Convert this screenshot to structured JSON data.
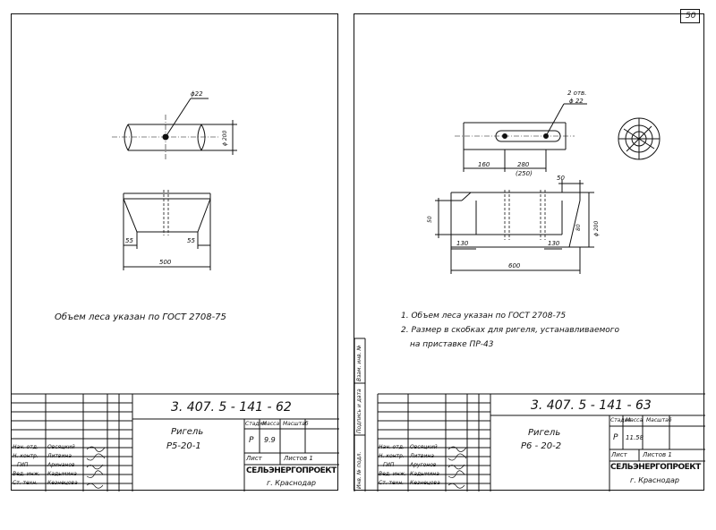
{
  "page_number": "50",
  "left_sheet": {
    "dim_hole": "ϕ22",
    "dim_diameter": "ϕ 200",
    "dim_chamfer_left": "55",
    "dim_chamfer_right": "55",
    "dim_length": "500",
    "note": "Объем леса указан по ГОСТ 2708-75",
    "designation": "3. 407. 5 - 141 - 62",
    "title_line1": "Ригель",
    "title_line2": "Р5-20-1",
    "col_stage": "Стадия",
    "col_mass": "Масса",
    "col_scale": "Масштаб",
    "stage_value": "Р",
    "mass_value": "9.9",
    "sheet_label": "Лист",
    "sheets_label": "Листов 1",
    "org": "СЕЛЬЭНЕРГОПРОЕКТ",
    "city": "г. Краснодар",
    "signatures": [
      {
        "role": "Нач. отд.",
        "name": "Овсяцкий"
      },
      {
        "role": "Н. контр.",
        "name": "Литвина"
      },
      {
        "role": "ГИП",
        "name": "Аринанов"
      },
      {
        "role": "Вед. инж.",
        "name": "Кадымина"
      },
      {
        "role": "Ст. техн.",
        "name": "Кезнецова"
      }
    ]
  },
  "right_sheet": {
    "dim_holes": "2 отв.",
    "dim_hole": "ϕ 22",
    "dim_160": "160",
    "dim_280": "280",
    "dim_250": "(250)",
    "dim_50_top": "50",
    "dim_50_left": "50",
    "dim_80": "80",
    "dim_diameter": "ϕ 200",
    "dim_130_left": "130",
    "dim_130_right": "130",
    "dim_length": "600",
    "note1": "1. Объем леса указан по ГОСТ 2708-75",
    "note2": "2. Размер в скобках для ригеля, устанавливаемого",
    "note3": "на приставке ПР-43",
    "designation": "3. 407. 5 - 141 - 63",
    "title_line1": "Ригель",
    "title_line2": "Р6 - 20-2",
    "col_stage": "Стадия",
    "col_mass": "Масса",
    "col_scale": "Масштаб",
    "stage_value": "Р",
    "mass_value": "11.58",
    "sheet_label": "Лист",
    "sheets_label": "Листов 1",
    "org": "СЕЛЬЭНЕРГОПРОЕКТ",
    "city": "г. Краснодар",
    "signatures": [
      {
        "role": "Нач. отд.",
        "name": "Овсяцкий"
      },
      {
        "role": "Н. контр.",
        "name": "Литвина"
      },
      {
        "role": "ГИП",
        "name": "Аругонов"
      },
      {
        "role": "Вед. инж.",
        "name": "Кадымина"
      },
      {
        "role": "Ст. техн.",
        "name": "Кезнецова"
      }
    ],
    "side_labels": [
      "Инв. № подл.",
      "Подпись и дата",
      "Взам. инв. №"
    ]
  }
}
